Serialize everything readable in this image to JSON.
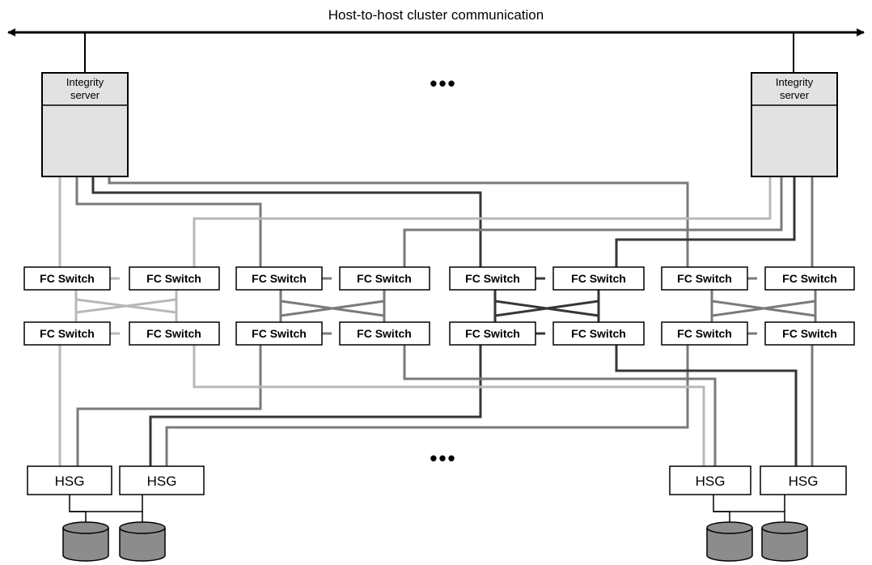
{
  "bus": {
    "title": "Host-to-host cluster communication"
  },
  "servers": [
    {
      "id": "left",
      "label_line1": "Integrity",
      "label_line2": "server"
    },
    {
      "id": "right",
      "label_line1": "Integrity",
      "label_line2": "server"
    }
  ],
  "switch_label": "FC Switch",
  "hsg_label": "HSG",
  "ellipsis": "•••",
  "colors": {
    "server_fill": "#e2e2e2",
    "disk_fill": "#8c8c8c",
    "link_light": "#b8b8b8",
    "link_mid": "#7a7a7a",
    "link_dark": "#363636"
  }
}
